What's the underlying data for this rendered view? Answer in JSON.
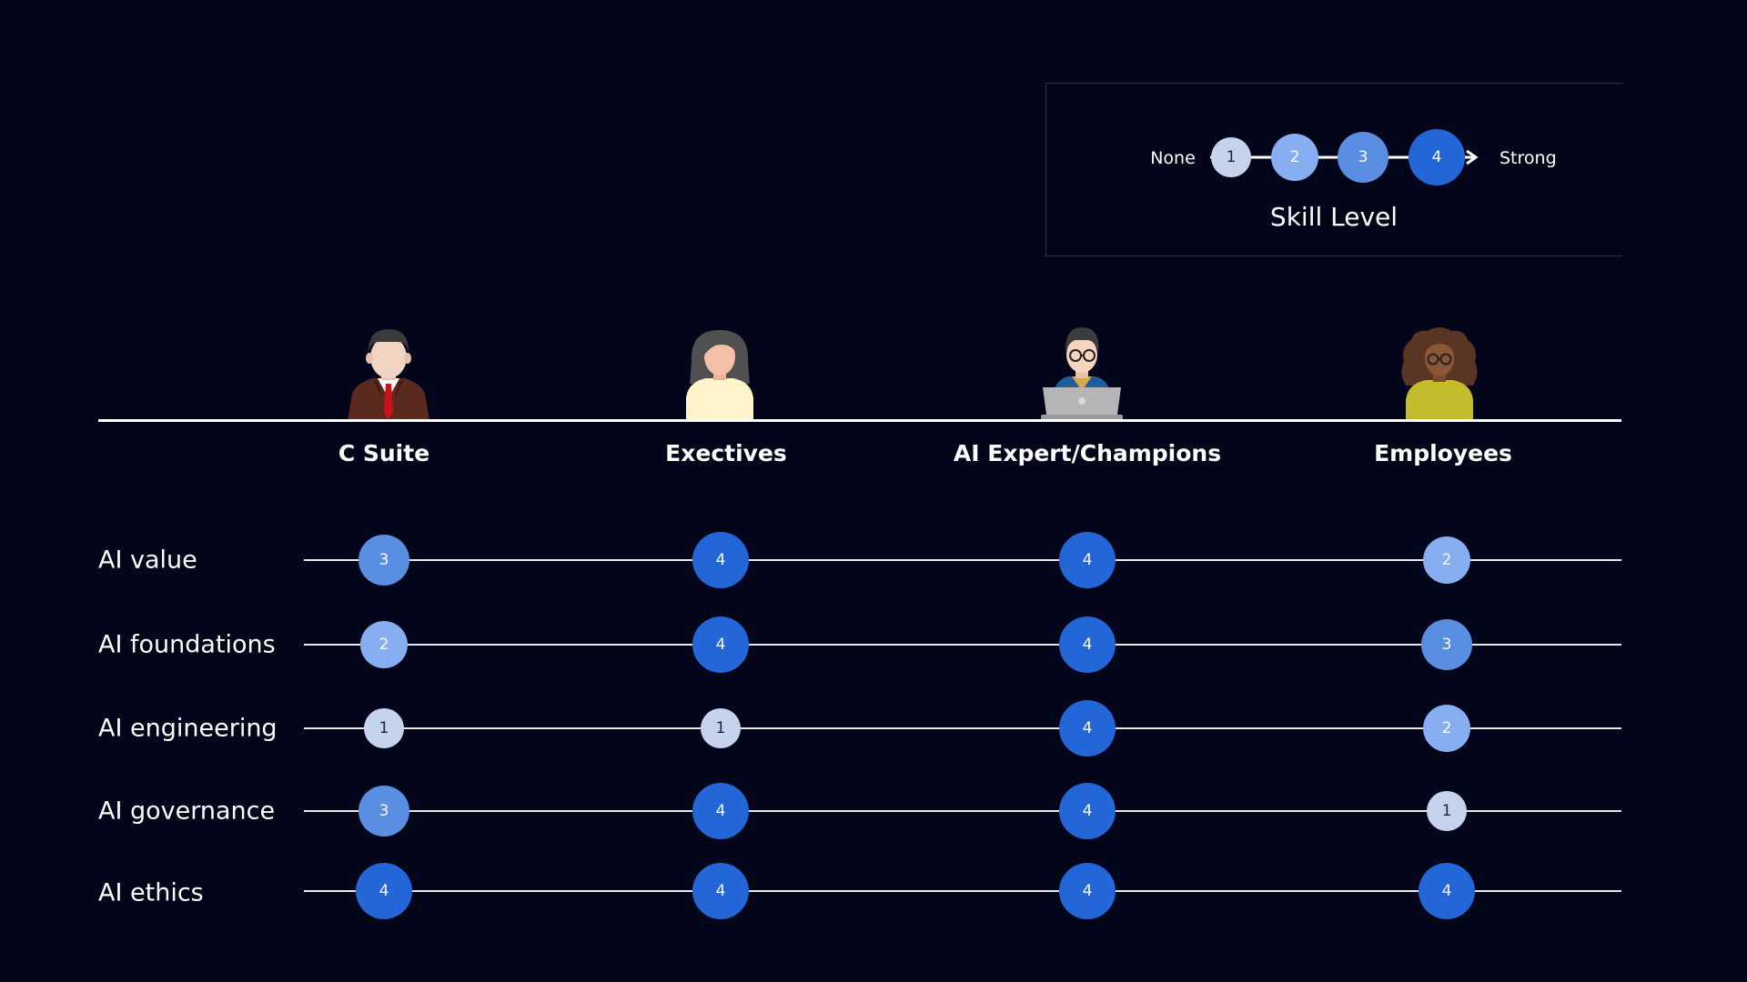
{
  "legend": {
    "low_label": "None",
    "high_label": "Strong",
    "title": "Skill Level",
    "levels": [
      "1",
      "2",
      "3",
      "4"
    ]
  },
  "groups": [
    {
      "label": "C Suite",
      "icon": "executive-man-avatar-icon"
    },
    {
      "label": "Exectives",
      "icon": "woman-avatar-icon"
    },
    {
      "label": "AI Expert/Champions",
      "icon": "man-with-glasses-laptop-avatar-icon"
    },
    {
      "label": "Employees",
      "icon": "woman-curly-hair-glasses-avatar-icon"
    }
  ],
  "skills": [
    {
      "label": "AI value",
      "levels": [
        3,
        4,
        4,
        2
      ]
    },
    {
      "label": "AI foundations",
      "levels": [
        2,
        4,
        4,
        3
      ]
    },
    {
      "label": "AI engineering",
      "levels": [
        1,
        1,
        4,
        2
      ]
    },
    {
      "label": "AI governance",
      "levels": [
        3,
        4,
        4,
        1
      ]
    },
    {
      "label": "AI ethics",
      "levels": [
        4,
        4,
        4,
        4
      ]
    }
  ],
  "colors": {
    "background": "#03051a",
    "level_1": "#c6d3ec",
    "level_2": "#86aef0",
    "level_3": "#5a8ee3",
    "level_4": "#2366d8",
    "line": "#e8e8e8"
  }
}
